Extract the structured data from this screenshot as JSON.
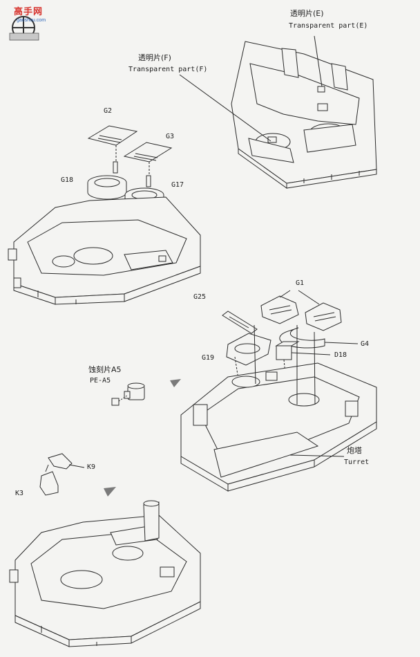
{
  "watermark": {
    "site_name": "高手网",
    "site_url": "gaoshou.com"
  },
  "labels": {
    "transparent_e_cn": "透明片(E)",
    "transparent_e_en": "Transparent part(E)",
    "transparent_f_cn": "透明片(F)",
    "transparent_f_en": "Transparent part(F)",
    "g2": "G2",
    "g3": "G3",
    "g18": "G18",
    "g17": "G17",
    "g1": "G1",
    "g25": "G25",
    "g4": "G4",
    "g19": "G19",
    "d18": "D18",
    "etch_cn": "蚀刻片A5",
    "pe_a5": "PE-A5",
    "turret_cn": "炮塔",
    "turret_en": "Turret",
    "k9": "K9",
    "k3": "K3"
  }
}
